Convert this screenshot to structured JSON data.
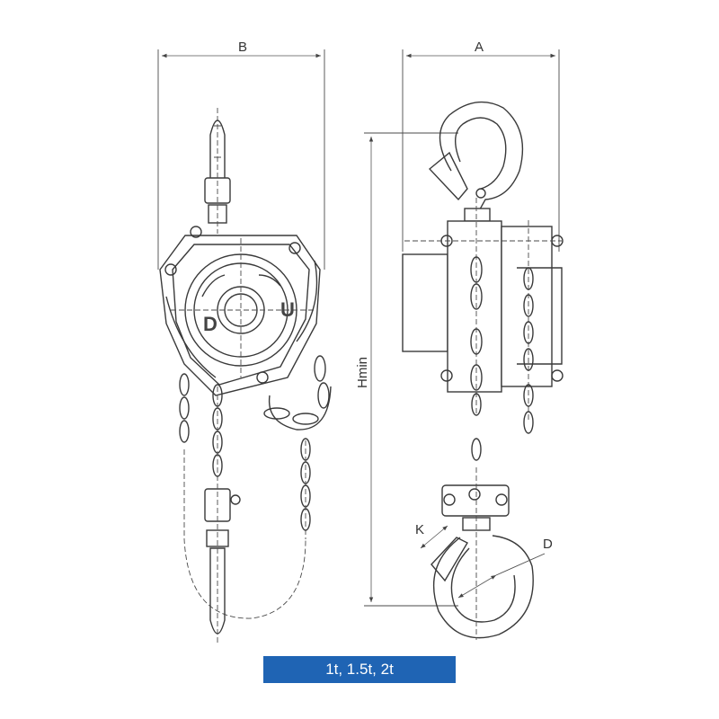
{
  "dimensions": {
    "b": "B",
    "a": "A",
    "hmin": "Hmin",
    "k": "K",
    "d": "D"
  },
  "wheel_marks": {
    "down": "D",
    "up": "U"
  },
  "caption": "1t, 1.5t, 2t",
  "colors": {
    "caption_background": "#1f64b4",
    "line": "#3a3a3a"
  }
}
